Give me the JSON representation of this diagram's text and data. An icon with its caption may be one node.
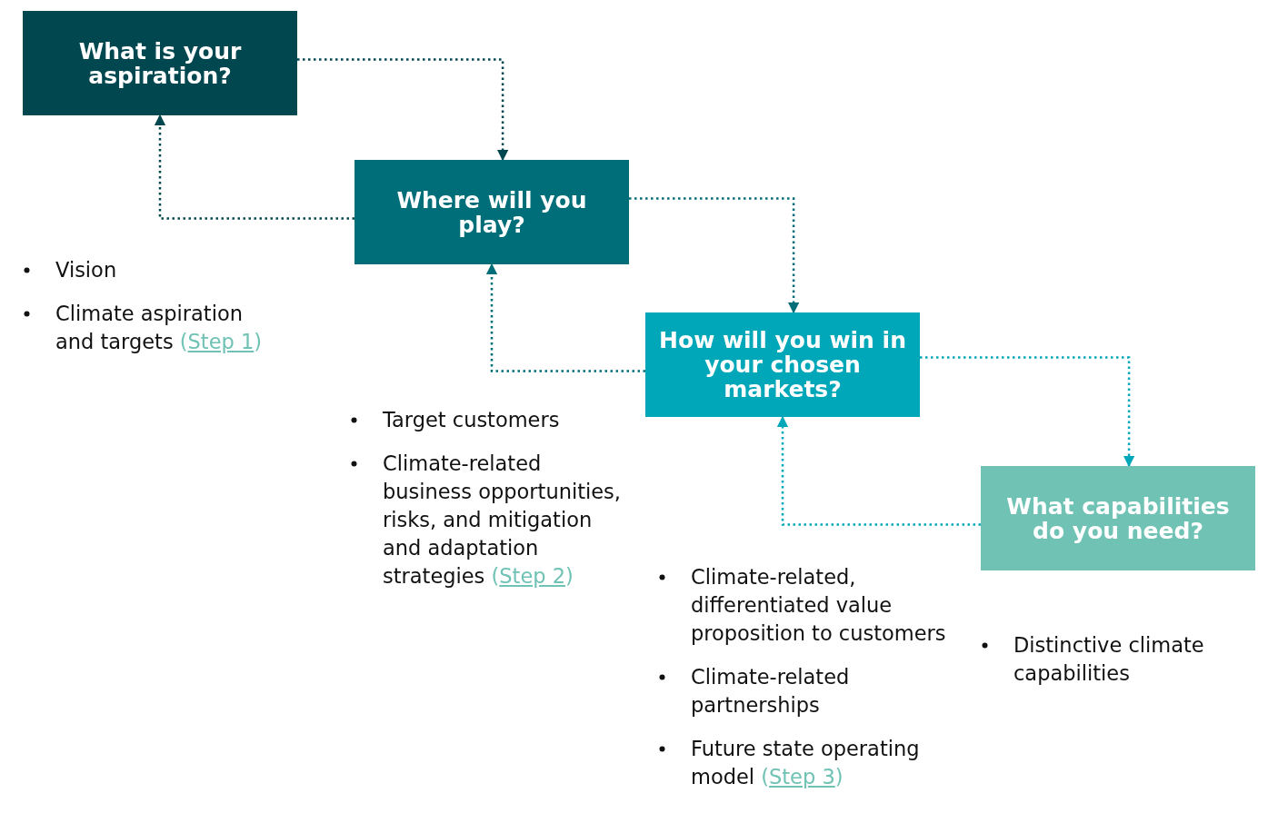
{
  "diagram": {
    "nodes": [
      {
        "text": [
          "What is your aspiration?"
        ],
        "beside": [
          "Vision",
          "Climate aspiration and targets (Step 1)"
        ]
      },
      {
        "text": [
          "Where will you play?"
        ],
        "beside": [
          "Target customers",
          "Climate-related business opportunities, risks, and mitigation and adaptation strategies (Step 2)"
        ]
      },
      {
        "text": [
          "How will you win in your chosen markets?"
        ],
        "beside": [
          "Climate-related, differentiated value proposition to customers",
          "Climate-related partnerships",
          "Future state operating model (Step 3)"
        ]
      },
      {
        "text": [
          "What capabilities do you need?"
        ],
        "beside": [
          "Distinctive climate capabilities"
        ]
      }
    ],
    "edges": [
      {
        "from": 0,
        "to": 1,
        "arrow": "to",
        "style": "dashed",
        "color": "#004750"
      },
      {
        "from": 1,
        "to": 0,
        "arrow": "to",
        "style": "dashed",
        "color": "#004750"
      },
      {
        "from": 1,
        "to": 2,
        "arrow": "to",
        "style": "dashed",
        "color": "#006e78"
      },
      {
        "from": 2,
        "to": 1,
        "arrow": "to",
        "style": "dashed",
        "color": "#006e78"
      },
      {
        "from": 2,
        "to": 3,
        "arrow": "to",
        "style": "dashed",
        "color": "#00a7b8"
      },
      {
        "from": 3,
        "to": 2,
        "arrow": "to",
        "style": "dashed",
        "color": "#00a7b8"
      }
    ]
  }
}
